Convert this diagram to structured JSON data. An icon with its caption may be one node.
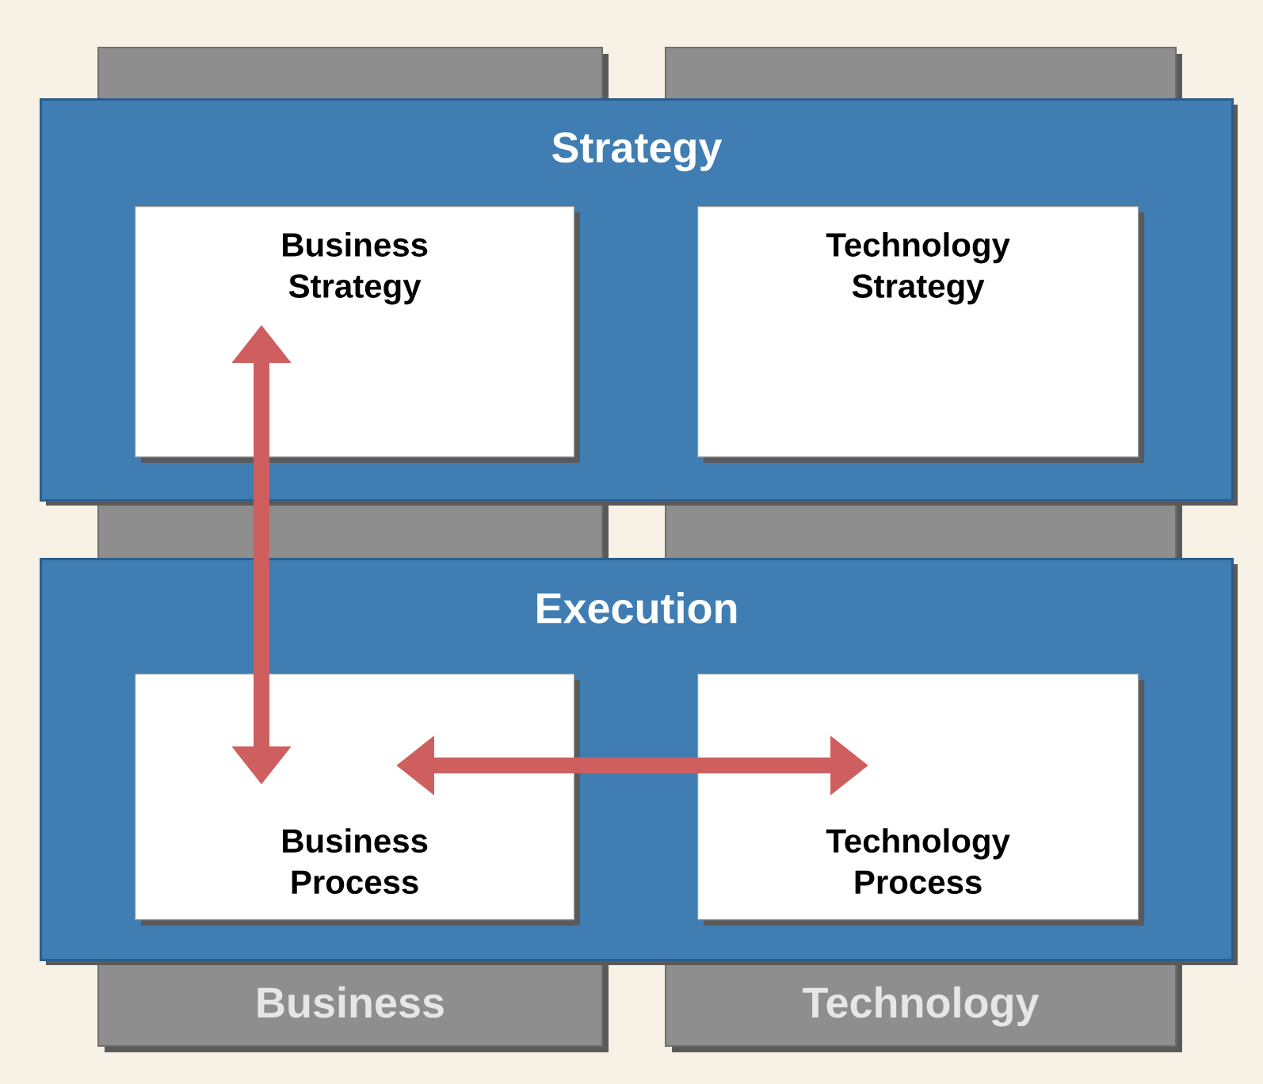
{
  "diagram": {
    "nodes": [
      {
        "text": [
          "Strategy"
        ]
      },
      {
        "text": [
          "Business Strategy"
        ],
        "in": 0
      },
      {
        "text": [
          "Technology Strategy"
        ],
        "in": 0
      },
      {
        "text": [
          "Execution"
        ]
      },
      {
        "text": [
          "Business Process"
        ],
        "in": 3
      },
      {
        "text": [
          "Technology Process"
        ],
        "in": 3
      }
    ],
    "edges": [
      {
        "from": 1,
        "to": 4,
        "arrow": "both"
      },
      {
        "from": 4,
        "to": 5,
        "arrow": "both"
      }
    ],
    "labels": [
      "Business",
      "Technology"
    ]
  }
}
